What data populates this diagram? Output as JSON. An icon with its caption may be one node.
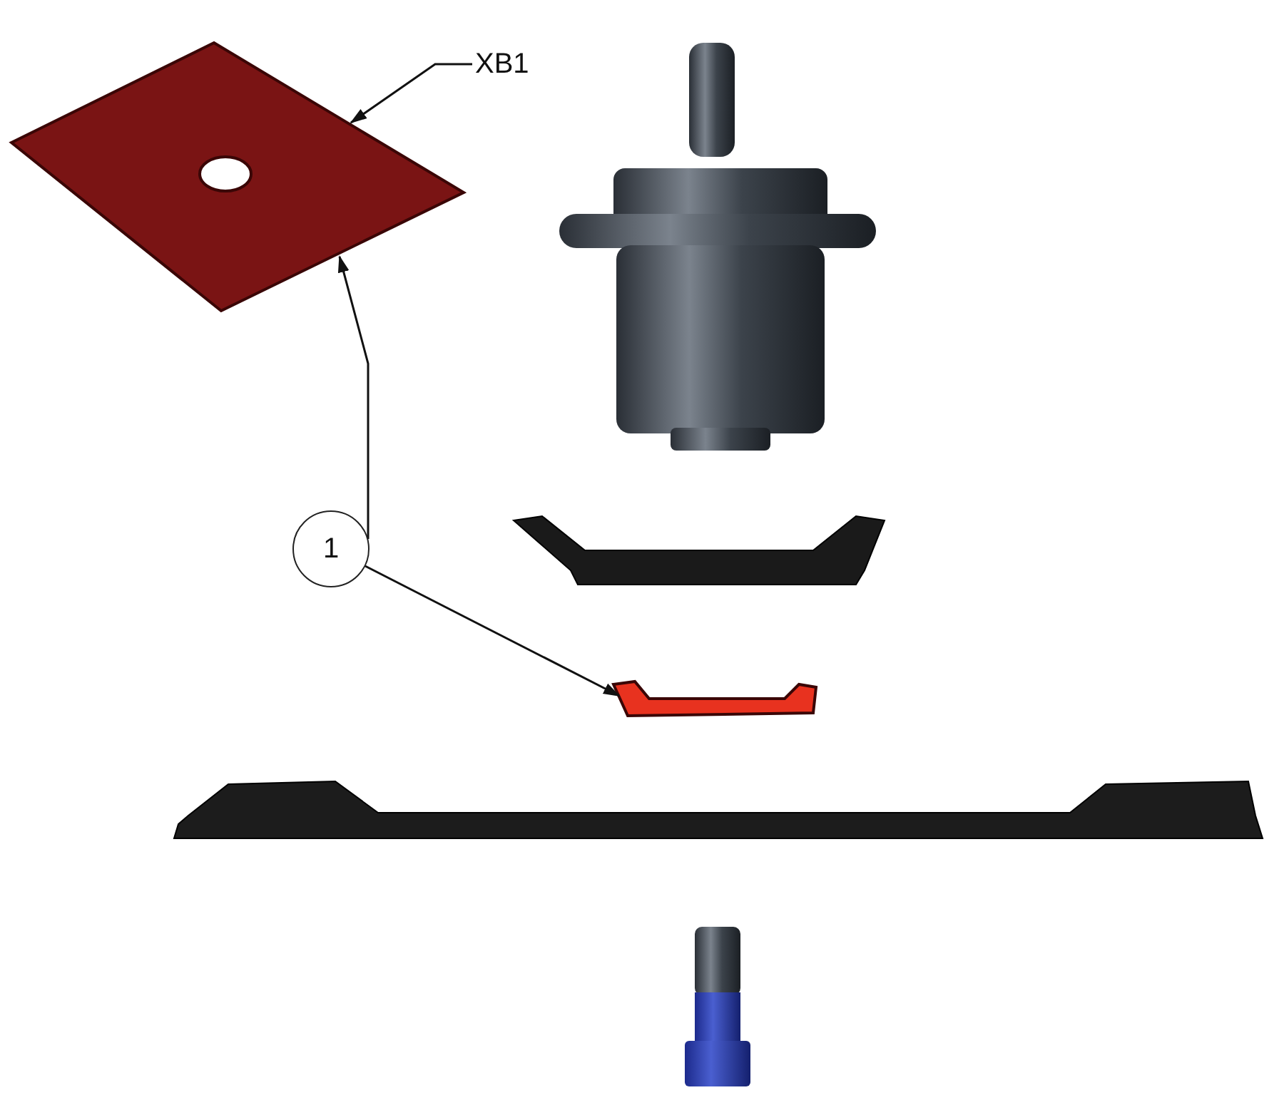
{
  "diagram": {
    "nodes": [
      {
        "text": [
          "XB1"
        ]
      },
      {
        "text": [],
        "shape": "picture"
      },
      {
        "text": [
          "1"
        ]
      },
      {
        "text": [],
        "shape": "picture"
      }
    ],
    "edges": [
      {
        "from": 0,
        "to": 1,
        "arrow": "to"
      },
      {
        "from": 2,
        "to": 1,
        "arrow": "to"
      },
      {
        "from": 2,
        "to": 3,
        "arrow": "to"
      }
    ]
  }
}
